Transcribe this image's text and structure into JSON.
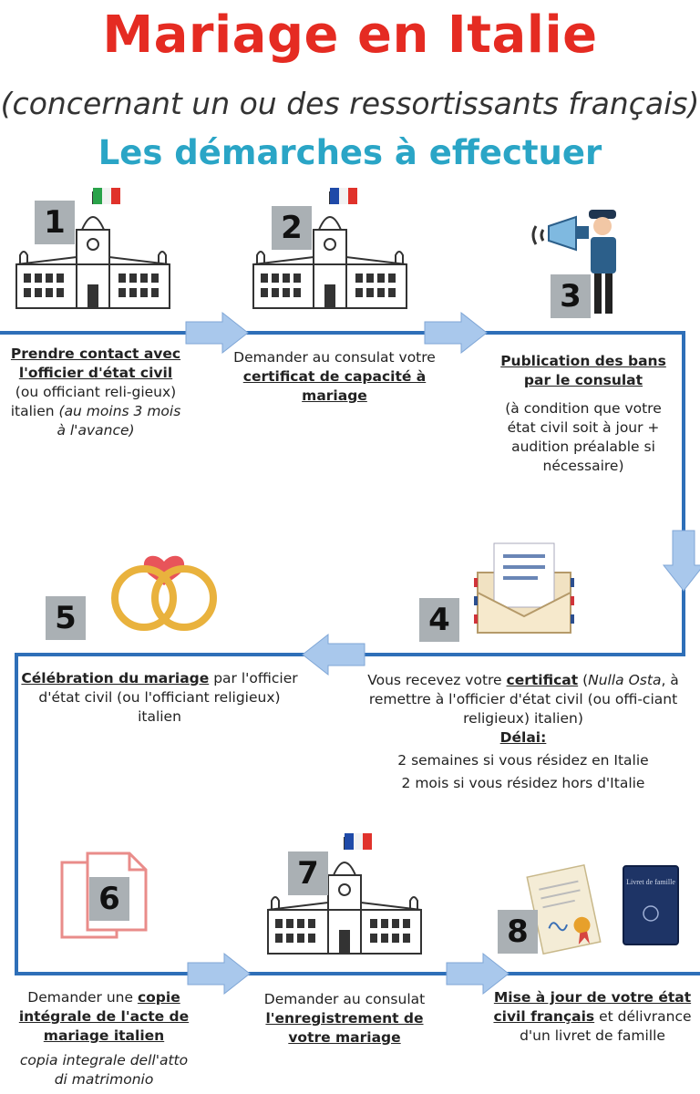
{
  "header": {
    "title": "Mariage en Italie",
    "subtitle": "(concernant un ou des ressortissants français)",
    "heading": "Les démarches à effectuer"
  },
  "steps": [
    {
      "number": "1",
      "strong": "Prendre contact avec l'officier d'état civil",
      "rest": " (ou officiant reli-gieux) italien ",
      "italic": "(au moins 3 mois à l'avance)"
    },
    {
      "number": "2",
      "pre": "Demander au consulat votre ",
      "strong": "certificat de capacité à mariage"
    },
    {
      "number": "3",
      "strong": "Publication des bans par le consulat",
      "note": "(à condition que votre état civil soit à jour + audition préalable si nécessaire)"
    },
    {
      "number": "4",
      "pre": "Vous recevez votre ",
      "strong": "certificat",
      "italic": "Nulla Osta",
      "rest": ", à remettre à l'officier d'état civil (ou offi-ciant religieux) italien)",
      "delay_label": "Délai:",
      "delay_1": "2 semaines si vous résidez en Italie",
      "delay_2": "2 mois si vous résidez hors d'Italie"
    },
    {
      "number": "5",
      "strong": "Célébration du mariage",
      "rest": " par l'officier d'état civil (ou l'officiant religieux) italien"
    },
    {
      "number": "6",
      "pre": "Demander une ",
      "strong": "copie intégrale de l'acte de mariage italien",
      "italic": "copia integrale dell'atto di matrimonio"
    },
    {
      "number": "7",
      "pre": "Demander au consulat ",
      "strong": "l'enregistrement de votre mariage"
    },
    {
      "number": "8",
      "strong": "Mise à jour de votre état civil français",
      "rest": " et délivrance d'un livret de famille"
    }
  ],
  "icons": {
    "step1": "town-hall-italy-flag-icon",
    "step2": "town-hall-france-flag-icon",
    "step3": "town-crier-megaphone-icon",
    "step4": "envelope-letter-icon",
    "step5": "wedding-rings-heart-icon",
    "step6": "document-copies-icon",
    "step7": "town-hall-france-flag-icon",
    "step8": "certificate-and-family-booklet-icon",
    "booklet_text": "Livret de famille"
  },
  "colors": {
    "title": "#e52b22",
    "heading": "#2aa5c6",
    "flow_line": "#2e6fb8",
    "arrow": "#a9c8ec"
  }
}
